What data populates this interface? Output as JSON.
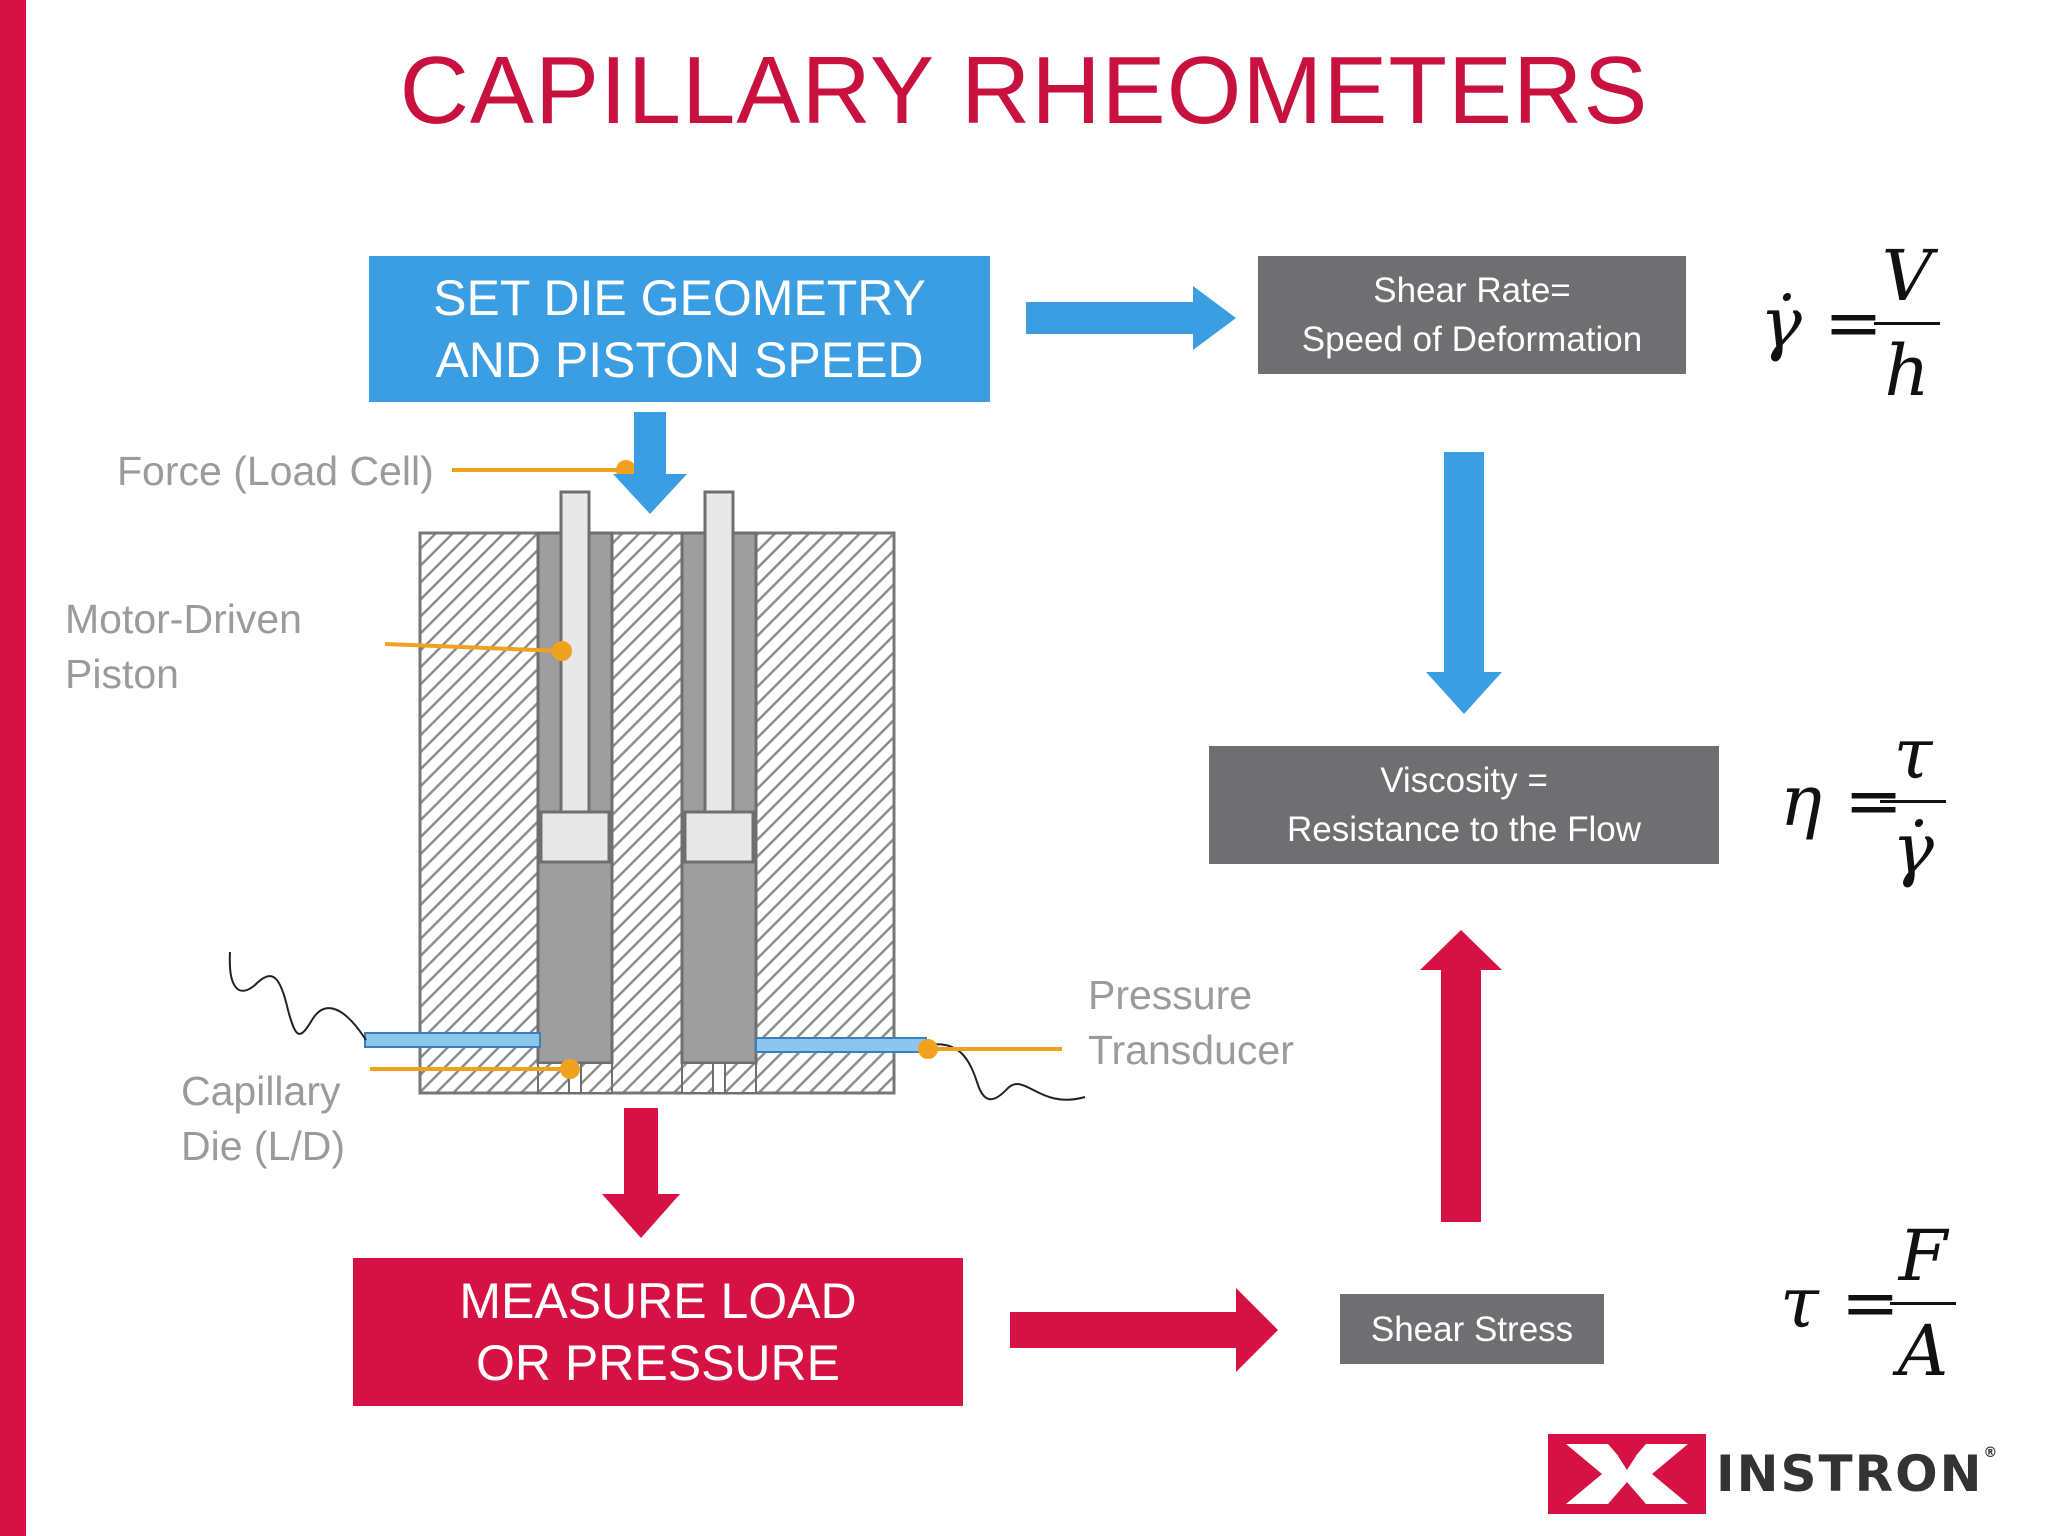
{
  "title": "CAPILLARY RHEOMETERS",
  "boxes": {
    "set_die": [
      "SET DIE GEOMETRY",
      "AND PISTON SPEED"
    ],
    "measure": [
      "MEASURE LOAD",
      "OR PRESSURE"
    ],
    "shear_rate": [
      "Shear Rate=",
      "Speed of Deformation"
    ],
    "viscosity": [
      "Viscosity =",
      "Resistance to the Flow"
    ],
    "shear_stress": [
      "Shear Stress"
    ]
  },
  "labels": {
    "force": "Force (Load Cell)",
    "piston": [
      "Motor-Driven",
      "Piston"
    ],
    "die": [
      "Capillary",
      "Die (L/D)"
    ],
    "transducer": [
      "Pressure",
      "Transducer"
    ]
  },
  "formulas": {
    "shear_rate": {
      "lhs": "γ̇ =",
      "num": "V",
      "den": "h"
    },
    "viscosity": {
      "lhs": "η =",
      "num": "τ",
      "den": "γ̇"
    },
    "shear_stress": {
      "lhs": "τ =",
      "num": "F",
      "den": "A"
    }
  },
  "logo": {
    "text": "INSTRON",
    "mark": "®"
  },
  "colors": {
    "accent": "#d51243",
    "blue": "#3b9de2",
    "gray": "#6f6e70",
    "leader": "#f0a11e"
  }
}
